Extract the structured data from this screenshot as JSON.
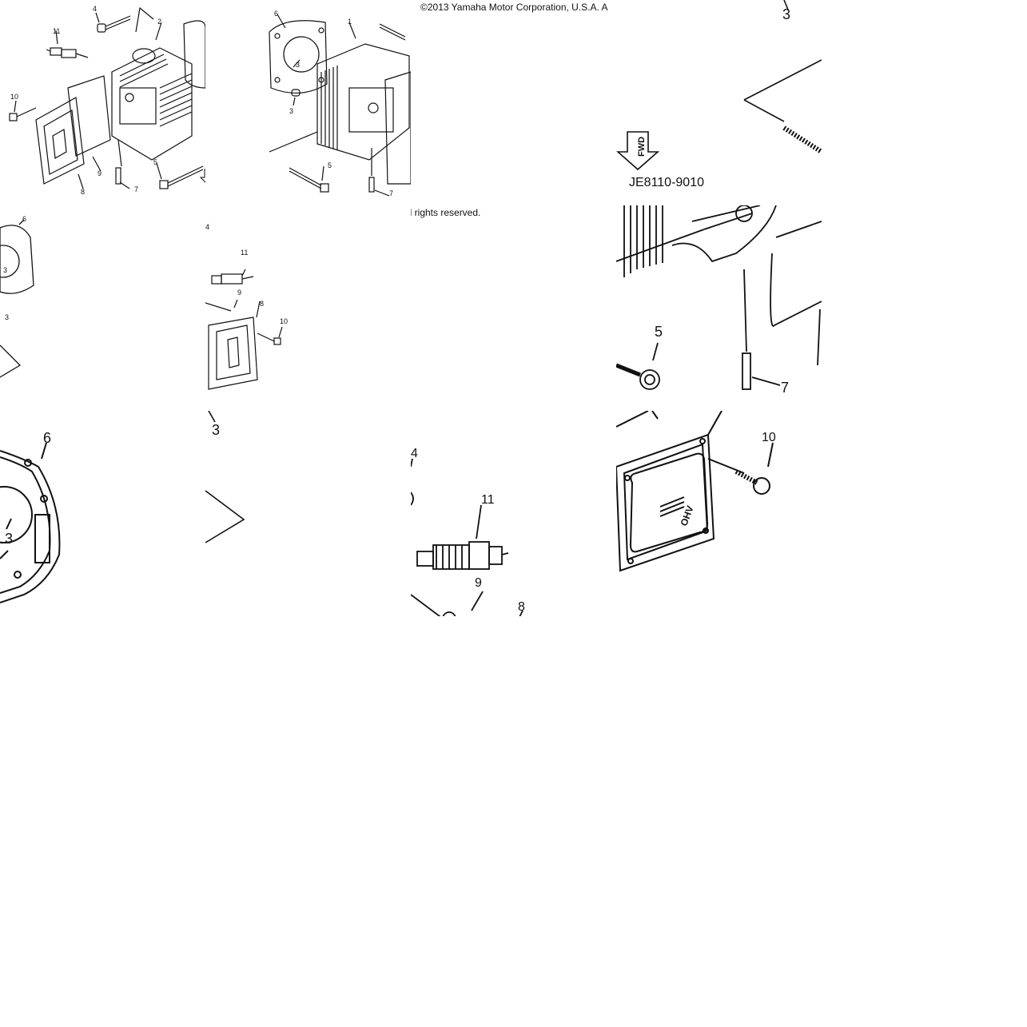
{
  "diagram": {
    "copyright_text": "©2013 Yamaha Motor Corporation, U.S.A. A",
    "rights_text": "ll rights reserved.",
    "drawing_code": "JE8110-9010",
    "fwd_arrow_text": "FWD",
    "cover_emblem_text": "OHV",
    "part_numbers": {
      "p1": "1",
      "p2": "2",
      "p3": "3",
      "p4": "4",
      "p5": "5",
      "p6": "6",
      "p7": "7",
      "p8": "8",
      "p9": "9",
      "p10": "10",
      "p11": "11"
    }
  }
}
